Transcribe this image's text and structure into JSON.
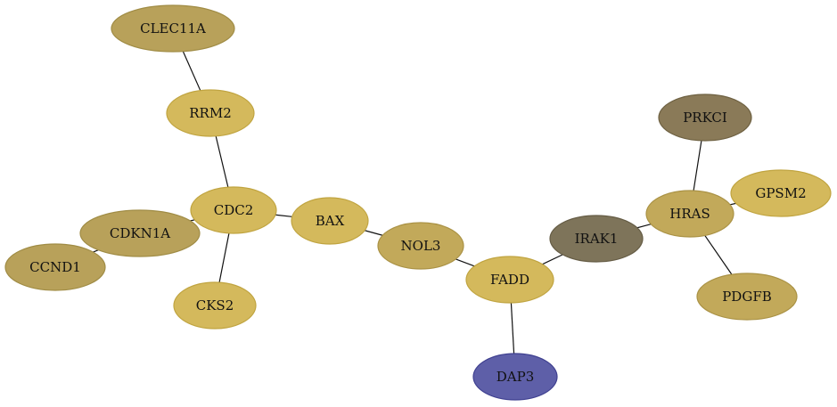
{
  "graph": {
    "nodes": [
      {
        "id": "CLEC11A",
        "label": "CLEC11A",
        "fill": "#b8a15a",
        "stroke": "#a08c45"
      },
      {
        "id": "RRM2",
        "label": "RRM2",
        "fill": "#d4b95c",
        "stroke": "#c0a440"
      },
      {
        "id": "CDC2",
        "label": "CDC2",
        "fill": "#d4b95c",
        "stroke": "#c0a440"
      },
      {
        "id": "BAX",
        "label": "BAX",
        "fill": "#d4b95c",
        "stroke": "#c0a440"
      },
      {
        "id": "CDKN1A",
        "label": "CDKN1A",
        "fill": "#b8a15a",
        "stroke": "#a08c45"
      },
      {
        "id": "CCND1",
        "label": "CCND1",
        "fill": "#b8a15a",
        "stroke": "#a08c45"
      },
      {
        "id": "CKS2",
        "label": "CKS2",
        "fill": "#d4b95c",
        "stroke": "#c0a440"
      },
      {
        "id": "NOL3",
        "label": "NOL3",
        "fill": "#c2a95a",
        "stroke": "#aa9245"
      },
      {
        "id": "FADD",
        "label": "FADD",
        "fill": "#d4b95c",
        "stroke": "#c0a440"
      },
      {
        "id": "DAP3",
        "label": "DAP3",
        "fill": "#5e5fa8",
        "stroke": "#3f4090"
      },
      {
        "id": "IRAK1",
        "label": "IRAK1",
        "fill": "#7e745a",
        "stroke": "#655c45"
      },
      {
        "id": "HRAS",
        "label": "HRAS",
        "fill": "#c2a95a",
        "stroke": "#aa9245"
      },
      {
        "id": "PRKCI",
        "label": "PRKCI",
        "fill": "#8a7a58",
        "stroke": "#6e6142"
      },
      {
        "id": "GPSM2",
        "label": "GPSM2",
        "fill": "#d4b95c",
        "stroke": "#c0a440"
      },
      {
        "id": "PDGFB",
        "label": "PDGFB",
        "fill": "#c2a95a",
        "stroke": "#aa9245"
      }
    ],
    "edges": [
      {
        "source": "CLEC11A",
        "target": "RRM2"
      },
      {
        "source": "RRM2",
        "target": "CDC2"
      },
      {
        "source": "CDC2",
        "target": "CDKN1A"
      },
      {
        "source": "CDKN1A",
        "target": "CCND1"
      },
      {
        "source": "CDC2",
        "target": "CKS2"
      },
      {
        "source": "CDC2",
        "target": "BAX"
      },
      {
        "source": "BAX",
        "target": "NOL3"
      },
      {
        "source": "NOL3",
        "target": "FADD"
      },
      {
        "source": "FADD",
        "target": "DAP3"
      },
      {
        "source": "FADD",
        "target": "IRAK1"
      },
      {
        "source": "IRAK1",
        "target": "HRAS"
      },
      {
        "source": "HRAS",
        "target": "PRKCI"
      },
      {
        "source": "HRAS",
        "target": "GPSM2"
      },
      {
        "source": "HRAS",
        "target": "PDGFB"
      }
    ]
  }
}
